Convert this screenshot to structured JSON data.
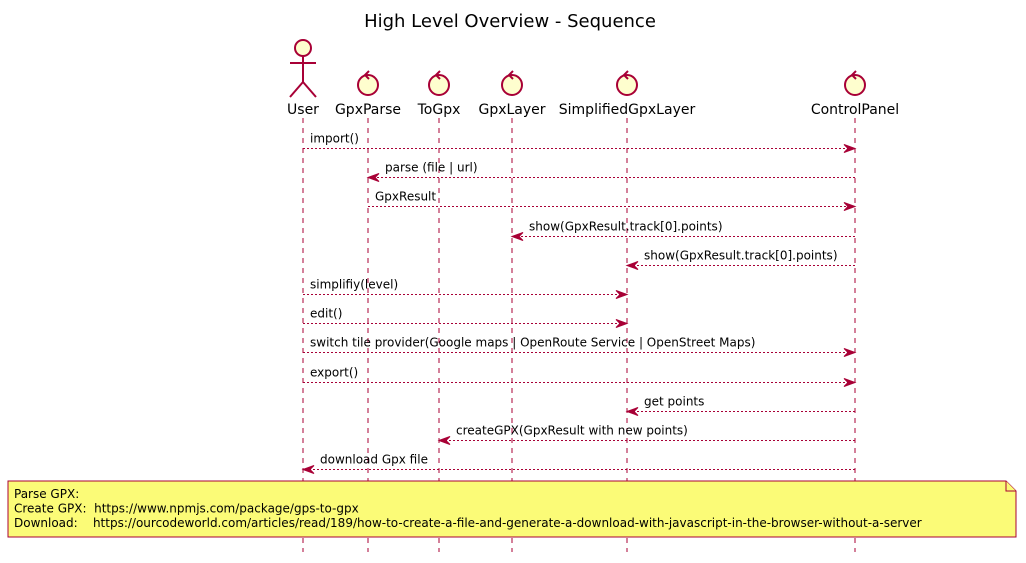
{
  "title": "High Level Overview - Sequence",
  "colors": {
    "line": "#a80036",
    "participant_fill": "#fefece",
    "note_fill": "#fbfb77",
    "text": "#000000"
  },
  "participants": [
    {
      "id": "user",
      "label": "User",
      "kind": "actor"
    },
    {
      "id": "gpxparse",
      "label": "GpxParse",
      "kind": "control"
    },
    {
      "id": "togpx",
      "label": "ToGpx",
      "kind": "control"
    },
    {
      "id": "gpxlayer",
      "label": "GpxLayer",
      "kind": "control"
    },
    {
      "id": "simplified",
      "label": "SimplifiedGpxLayer",
      "kind": "control"
    },
    {
      "id": "controlpanel",
      "label": "ControlPanel",
      "kind": "control"
    }
  ],
  "messages": [
    {
      "from": "user",
      "to": "controlpanel",
      "label": "import()"
    },
    {
      "from": "controlpanel",
      "to": "gpxparse",
      "label": "parse (file | url)"
    },
    {
      "from": "gpxparse",
      "to": "controlpanel",
      "label": "GpxResult"
    },
    {
      "from": "controlpanel",
      "to": "gpxlayer",
      "label": "show(GpxResult.track[0].points)"
    },
    {
      "from": "controlpanel",
      "to": "simplified",
      "label": "show(GpxResult.track[0].points)"
    },
    {
      "from": "user",
      "to": "simplified",
      "label": "simplifiy(level)"
    },
    {
      "from": "user",
      "to": "simplified",
      "label": "edit()"
    },
    {
      "from": "user",
      "to": "controlpanel",
      "label": "switch tile provider(Google maps | OpenRoute Service | OpenStreet Maps)"
    },
    {
      "from": "user",
      "to": "controlpanel",
      "label": "export()"
    },
    {
      "from": "controlpanel",
      "to": "simplified",
      "label": "get points"
    },
    {
      "from": "controlpanel",
      "to": "togpx",
      "label": "createGPX(GpxResult with new points)"
    },
    {
      "from": "controlpanel",
      "to": "user",
      "label": "download Gpx file"
    }
  ],
  "note": {
    "lines": [
      "Parse GPX:",
      "Create GPX:  https://www.npmjs.com/package/gps-to-gpx",
      "Download:    https://ourcodeworld.com/articles/read/189/how-to-create-a-file-and-generate-a-download-with-javascript-in-the-browser-without-a-server"
    ]
  }
}
